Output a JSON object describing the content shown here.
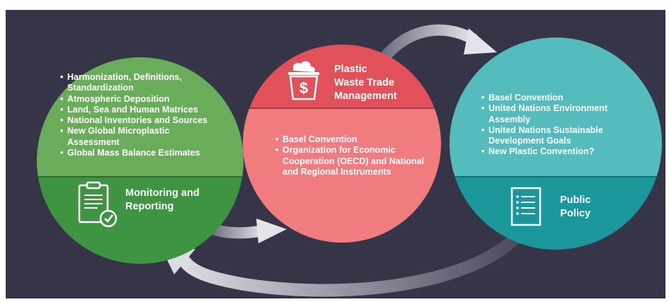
{
  "circles": {
    "monitoring": {
      "items": [
        "Harmonization, Definitions, Standardization",
        "Atmospheric Deposition",
        "Land, Sea and Human Matrices",
        "National Inventories and Sources",
        "New Global Microplastic Assessment",
        "Global Mass Balance Estimates"
      ],
      "title_line1": "Monitoring and",
      "title_line2": "Reporting",
      "icon": "clipboard-check-icon"
    },
    "trade": {
      "title_line1": "Plastic",
      "title_line2": "Waste Trade",
      "title_line3": "Management",
      "items": [
        "Basel Convention",
        "Organization for Economic Cooperation (OECD) and National and Regional Instruments"
      ],
      "icon": "dollar-bin-icon"
    },
    "policy": {
      "items": [
        "Basel Convention",
        "United Nations Environment Assembly",
        "United Nations Sustainable Development Goals",
        "New Plastic Convention?"
      ],
      "title_line1": "Public",
      "title_line2": "Policy",
      "icon": "document-icon"
    }
  },
  "colors": {
    "background": "#363447",
    "green_light": "#69ad5a",
    "green_dark": "#3f9442",
    "red_dark": "#e2505a",
    "red_light": "#f07c80",
    "teal_light": "#55bcbd",
    "teal_dark": "#19979a"
  }
}
